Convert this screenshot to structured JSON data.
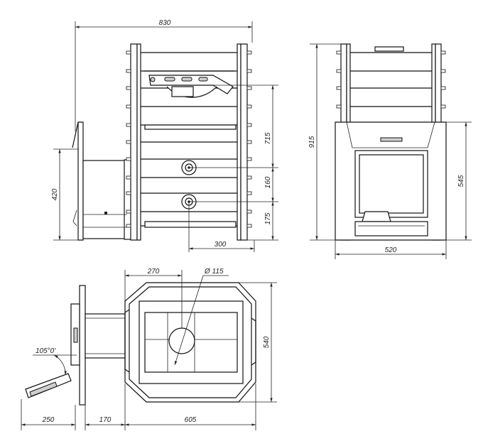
{
  "dimensions": {
    "side_width": "830",
    "side_height_upper": "715",
    "side_door_height": "420",
    "side_between_holes": "160",
    "side_bottom_hole": "175",
    "side_hole_offset": "300",
    "front_total_height": "915",
    "front_firebox_height": "545",
    "front_width": "520",
    "top_hole_offset": "270",
    "top_pipe_diameter": "Ø 115",
    "top_depth": "540",
    "top_door_angle": "105°0'",
    "top_door_swing": "250",
    "top_tunnel_length": "170",
    "top_body_length": "605"
  }
}
